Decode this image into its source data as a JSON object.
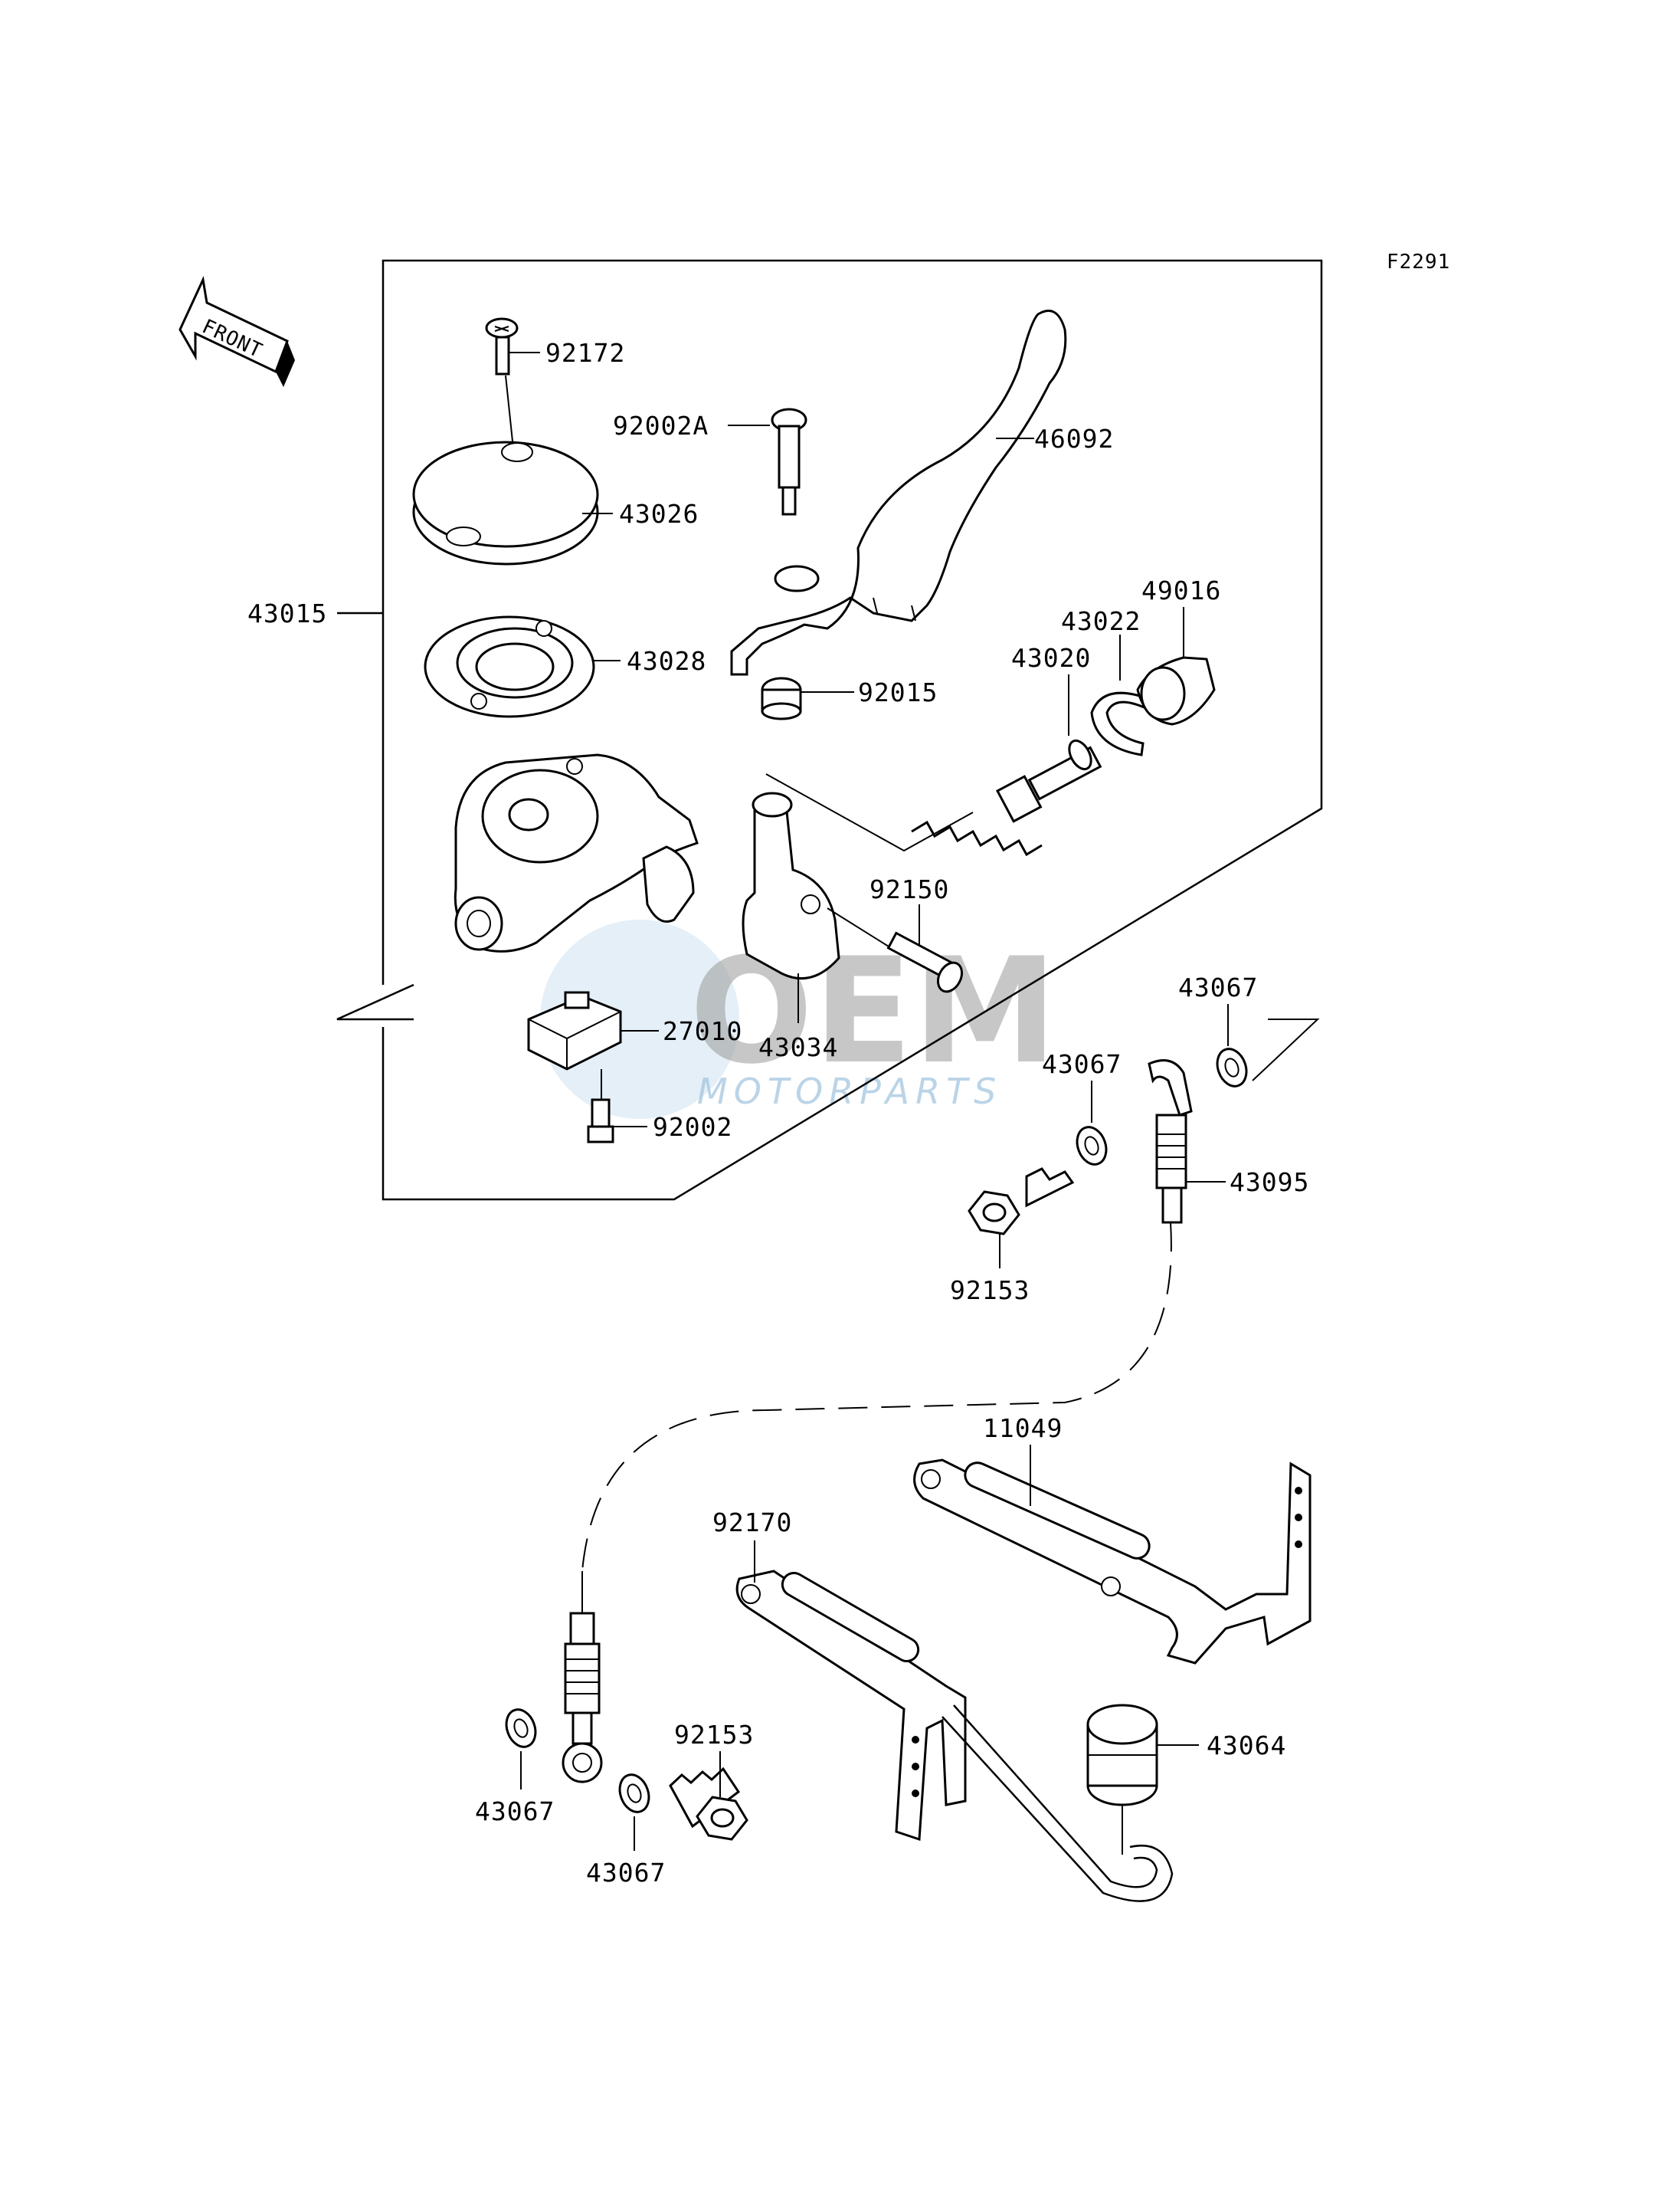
{
  "figure_code": "F2291",
  "front_arrow": {
    "text": "FRONT",
    "icon": "front-direction-arrow-icon"
  },
  "watermark": {
    "logo": "OEM",
    "subtitle": "MOTORPARTS"
  },
  "parts": {
    "p92172": "92172",
    "p92002A": "92002A",
    "p46092": "46092",
    "p43026": "43026",
    "p43015": "43015",
    "p43028": "43028",
    "p92015": "92015",
    "p43020": "43020",
    "p43022": "43022",
    "p49016": "49016",
    "p92150": "92150",
    "p27010": "27010",
    "p43034": "43034",
    "p92002": "92002",
    "p43067a": "43067",
    "p43067b": "43067",
    "p43095": "43095",
    "p92153a": "92153",
    "p11049": "11049",
    "p92170": "92170",
    "p92153b": "92153",
    "p43064": "43064",
    "p43067c": "43067",
    "p43067d": "43067"
  }
}
